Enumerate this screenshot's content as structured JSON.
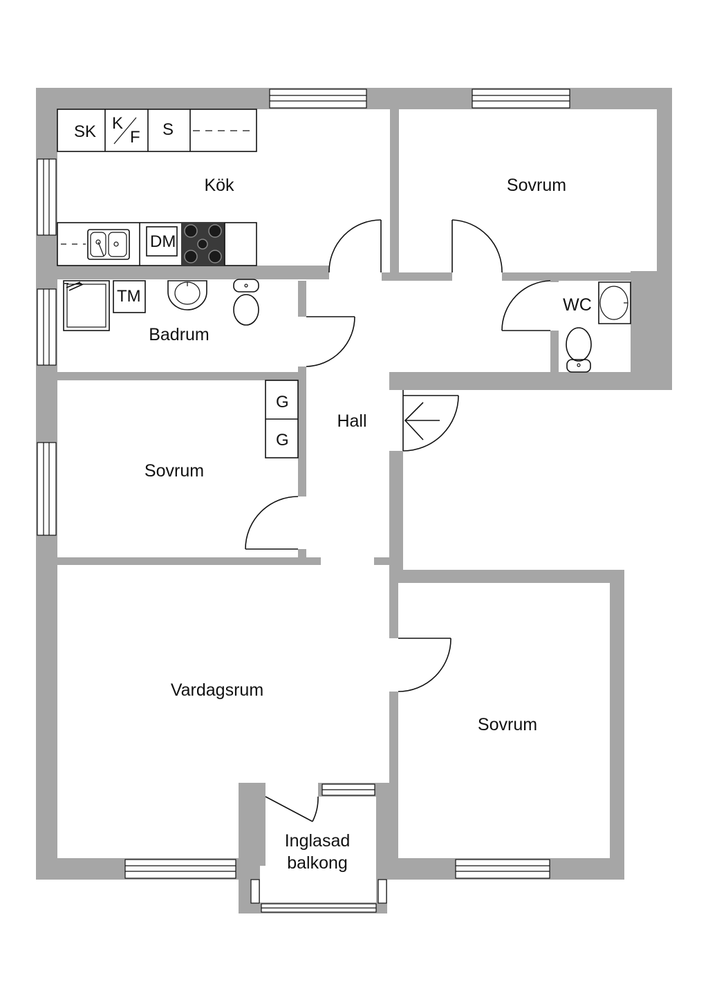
{
  "rooms": {
    "kitchen": "Kök",
    "bedroom_top_right": "Sovrum",
    "bathroom": "Badrum",
    "wc": "WC",
    "hall": "Hall",
    "bedroom_left": "Sovrum",
    "living_room": "Vardagsrum",
    "bedroom_bottom_right": "Sovrum",
    "balcony_line1": "Inglasad",
    "balcony_line2": "balkong"
  },
  "fixtures": {
    "sk": "SK",
    "kf_k": "K",
    "kf_f": "F",
    "s": "S",
    "dm": "DM",
    "tm": "TM",
    "g1": "G",
    "g2": "G"
  },
  "colors": {
    "wall": "#a6a6a6",
    "line": "#111111",
    "stove": "#3a3a3a"
  }
}
